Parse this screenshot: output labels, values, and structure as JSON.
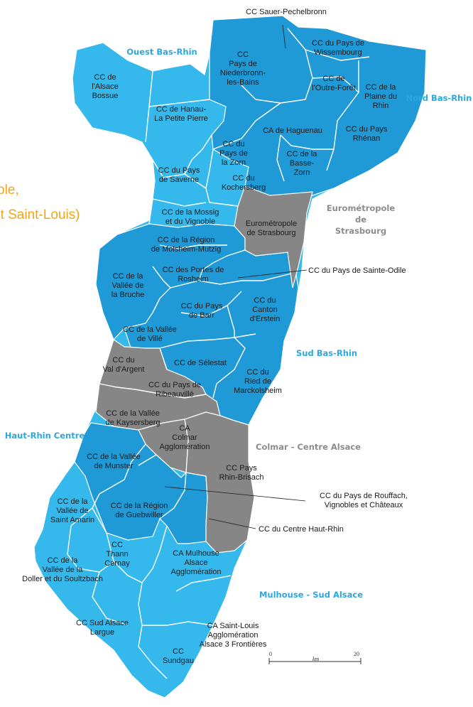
{
  "colors": {
    "light_blue": "#35b9ec",
    "medium_blue": "#1f9ad7",
    "gray": "#868686",
    "region_blue": "#2aa8df",
    "region_gray": "#8c8c8c",
    "orange": "#f2a51a"
  },
  "cropped_text": {
    "line1": "ole,",
    "line2": "et Saint-Louis)"
  },
  "regions": [
    {
      "name": "Ouest Bas-Rhin",
      "color": "blue"
    },
    {
      "name": "Nord Bas-Rhin",
      "color": "blue"
    },
    {
      "name": "Eurométropole de Strasbourg",
      "color": "gray",
      "lines": [
        "Eurométropole",
        "de",
        "Strasbourg"
      ]
    },
    {
      "name": "Sud Bas-Rhin",
      "color": "blue"
    },
    {
      "name": "Haut-Rhin Centre",
      "color": "blue"
    },
    {
      "name": "Colmar - Centre Alsace",
      "color": "gray"
    },
    {
      "name": "Mulhouse - Sud Alsace",
      "color": "blue"
    }
  ],
  "communities": [
    {
      "id": "sauer-pechelbronn",
      "lines": [
        "CC Sauer-Pechelbronn"
      ],
      "fill": "medium"
    },
    {
      "id": "pays-wissembourg",
      "lines": [
        "CC du Pays de",
        "Wissembourg"
      ],
      "fill": "medium"
    },
    {
      "id": "plaine-du-rhin",
      "lines": [
        "CC de la",
        "Plaine du",
        "Rhin"
      ],
      "fill": "medium"
    },
    {
      "id": "niederbronn",
      "lines": [
        "CC",
        "Pays de",
        "Niederbronn-",
        "les-Bains"
      ],
      "fill": "medium"
    },
    {
      "id": "outre-foret",
      "lines": [
        "CC de",
        "l'Outre-Forêt"
      ],
      "fill": "medium"
    },
    {
      "id": "alsace-bossue",
      "lines": [
        "CC de",
        "l'Alsace",
        "Bossue"
      ],
      "fill": "light"
    },
    {
      "id": "hanau",
      "lines": [
        "CC de Hanau-",
        "La Petite Pierre"
      ],
      "fill": "light"
    },
    {
      "id": "haguenau",
      "lines": [
        "CA de Haguenau"
      ],
      "fill": "medium"
    },
    {
      "id": "pays-rhenan",
      "lines": [
        "CC du Pays",
        "Rhénan"
      ],
      "fill": "medium"
    },
    {
      "id": "pays-zorn",
      "lines": [
        "CC du",
        "Pays de",
        "la Zorn"
      ],
      "fill": "light"
    },
    {
      "id": "basse-zorn",
      "lines": [
        "CC de la",
        "Basse-",
        "Zorn"
      ],
      "fill": "medium"
    },
    {
      "id": "saverne",
      "lines": [
        "CC du Pays",
        "de Saverne"
      ],
      "fill": "light"
    },
    {
      "id": "kochersberg",
      "lines": [
        "CC du",
        "Kochersberg"
      ],
      "fill": "light"
    },
    {
      "id": "mossig",
      "lines": [
        "CC de la Mossig",
        "et du Vignoble"
      ],
      "fill": "light"
    },
    {
      "id": "strasbourg",
      "lines": [
        "Eurométropole",
        "de Strasbourg"
      ],
      "fill": "gray"
    },
    {
      "id": "molsheim",
      "lines": [
        "CC de la Région",
        "de Molsheim-Mutzig"
      ],
      "fill": "medium"
    },
    {
      "id": "bruche",
      "lines": [
        "CC de la",
        "Vallée de",
        "la Bruche"
      ],
      "fill": "medium"
    },
    {
      "id": "rosheim",
      "lines": [
        "CC des Portes de",
        "Rosheim"
      ],
      "fill": "medium"
    },
    {
      "id": "barr",
      "lines": [
        "CC du Pays",
        "de Barr"
      ],
      "fill": "medium"
    },
    {
      "id": "erstein",
      "lines": [
        "CC du",
        "Canton",
        "d'Erstein"
      ],
      "fill": "medium"
    },
    {
      "id": "ville",
      "lines": [
        "CC de la Vallée",
        "de Villé"
      ],
      "fill": "medium"
    },
    {
      "id": "val-argent",
      "lines": [
        "CC du",
        "Val d'Argent"
      ],
      "fill": "gray"
    },
    {
      "id": "selestat",
      "lines": [
        "CC de Sélestat"
      ],
      "fill": "medium"
    },
    {
      "id": "marckolsheim",
      "lines": [
        "CC du",
        "Ried de",
        "Marckolsheim"
      ],
      "fill": "medium"
    },
    {
      "id": "ribeauville",
      "lines": [
        "CC du Pays de",
        "Ribeauvillé"
      ],
      "fill": "gray"
    },
    {
      "id": "kaysersberg",
      "lines": [
        "CC de la Vallée",
        "de Kaysersberg"
      ],
      "fill": "gray"
    },
    {
      "id": "colmar",
      "lines": [
        "CA",
        "Colmar",
        "Agglomération"
      ],
      "fill": "gray"
    },
    {
      "id": "munster",
      "lines": [
        "CC de la Vallée",
        "de Munster"
      ],
      "fill": "medium"
    },
    {
      "id": "rhin-brisach",
      "lines": [
        "CC Pays",
        "Rhin-Brisach"
      ],
      "fill": "gray"
    },
    {
      "id": "saint-amarin",
      "lines": [
        "CC de la",
        "Vallée de",
        "Saint Amarin"
      ],
      "fill": "light"
    },
    {
      "id": "guebwiller",
      "lines": [
        "CC de la Région",
        "de Guebwiller"
      ],
      "fill": "medium"
    },
    {
      "id": "thann-cernay",
      "lines": [
        "CC",
        "Thann",
        "Cernay"
      ],
      "fill": "light"
    },
    {
      "id": "mulhouse",
      "lines": [
        "CA Mulhouse",
        "Alsace",
        "Agglomération"
      ],
      "fill": "light"
    },
    {
      "id": "doller",
      "lines": [
        "CC de la",
        "Vallée de la",
        "Doller et du Soultzbach"
      ],
      "fill": "light"
    },
    {
      "id": "sud-alsace-largue",
      "lines": [
        "CC Sud Alsace",
        "Largue"
      ],
      "fill": "light"
    },
    {
      "id": "saint-louis",
      "lines": [
        "CA Saint-Louis",
        "Agglomération",
        "Alsace 3 Frontières"
      ],
      "fill": "light"
    },
    {
      "id": "sundgau",
      "lines": [
        "CC",
        "Sundgau"
      ],
      "fill": "light"
    }
  ],
  "callouts": [
    {
      "id": "sainte-odile",
      "lines": [
        "CC du Pays de Sainte-Odile"
      ]
    },
    {
      "id": "rouffach",
      "lines": [
        "CC du Pays de Rouffach,",
        "Vignobles et Châteaux"
      ]
    },
    {
      "id": "centre-haut-rhin",
      "lines": [
        "CC du Centre Haut-Rhin"
      ]
    }
  ],
  "scale_bar": {
    "start": "0",
    "unit": "km",
    "end": "20"
  }
}
